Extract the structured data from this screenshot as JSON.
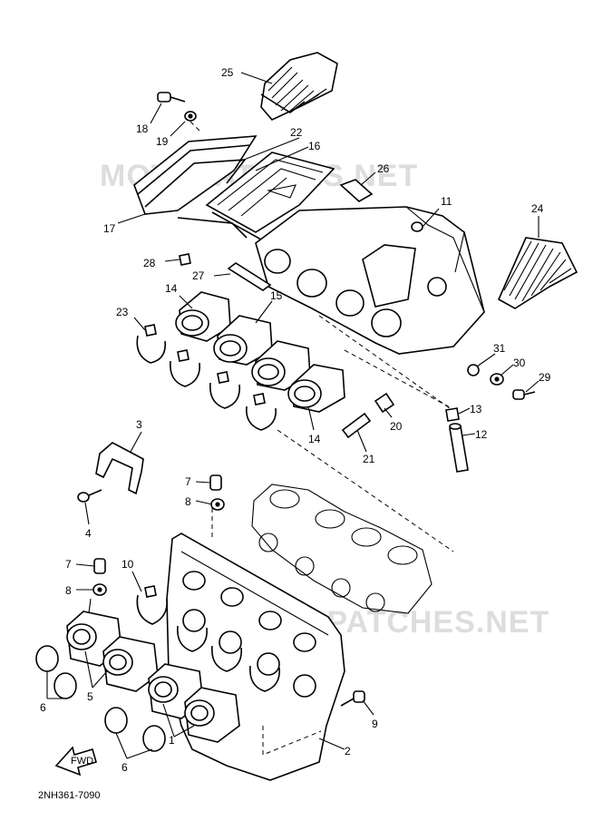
{
  "watermark": "MOTOPATCHES.NET",
  "diagram_code": "2NH361-7090",
  "fwd_label": "FWD",
  "callouts": {
    "n1": "1",
    "n2": "2",
    "n3": "3",
    "n4": "4",
    "n5": "5",
    "n6a": "6",
    "n6b": "6",
    "n7a": "7",
    "n7b": "7",
    "n8a": "8",
    "n8b": "8",
    "n9": "9",
    "n10": "10",
    "n11": "11",
    "n12": "12",
    "n13": "13",
    "n14a": "14",
    "n14b": "14",
    "n15": "15",
    "n16": "16",
    "n17": "17",
    "n18": "18",
    "n19": "19",
    "n20": "20",
    "n21": "21",
    "n22": "22",
    "n23": "23",
    "n24": "24",
    "n25": "25",
    "n26": "26",
    "n27": "27",
    "n28": "28",
    "n29": "29",
    "n30": "30",
    "n31": "31"
  }
}
